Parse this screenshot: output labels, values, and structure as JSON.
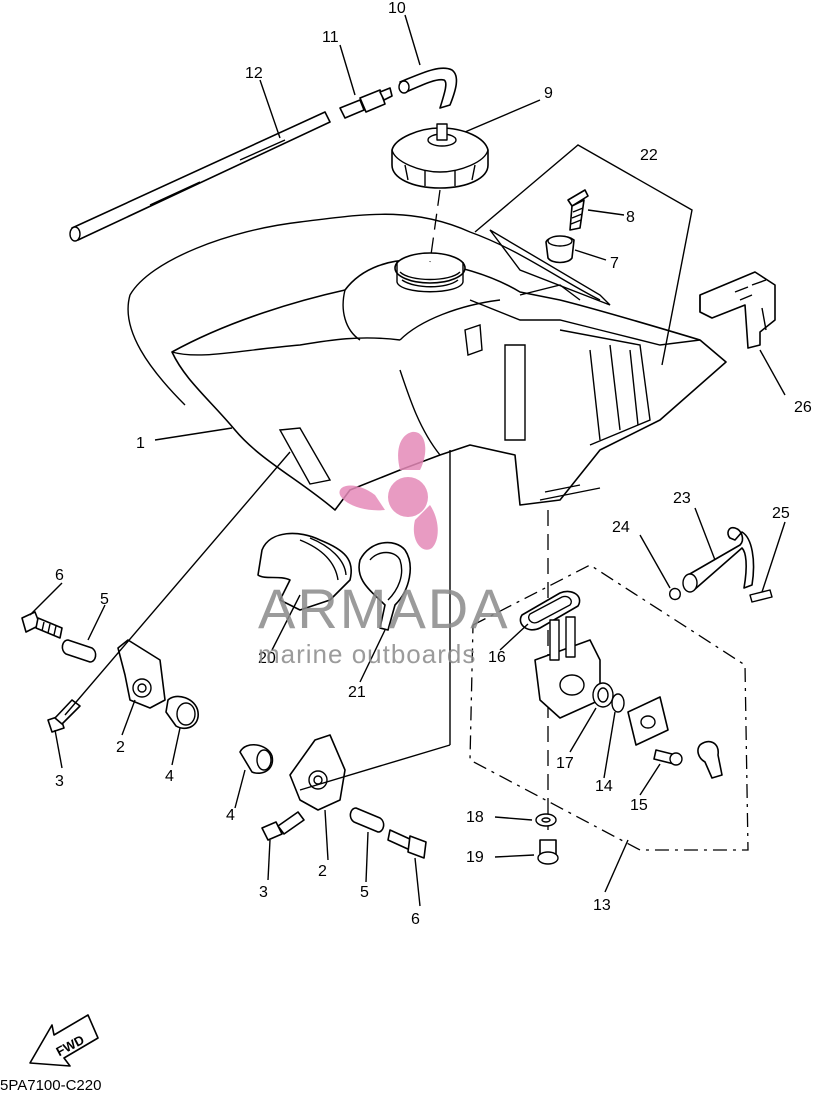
{
  "callouts": [
    {
      "id": "1",
      "label": "1"
    },
    {
      "id": "2a",
      "label": "2"
    },
    {
      "id": "2b",
      "label": "2"
    },
    {
      "id": "3a",
      "label": "3"
    },
    {
      "id": "3b",
      "label": "3"
    },
    {
      "id": "4a",
      "label": "4"
    },
    {
      "id": "4b",
      "label": "4"
    },
    {
      "id": "5a",
      "label": "5"
    },
    {
      "id": "5b",
      "label": "5"
    },
    {
      "id": "6a",
      "label": "6"
    },
    {
      "id": "6b",
      "label": "6"
    },
    {
      "id": "7",
      "label": "7"
    },
    {
      "id": "8",
      "label": "8"
    },
    {
      "id": "9",
      "label": "9"
    },
    {
      "id": "10",
      "label": "10"
    },
    {
      "id": "11",
      "label": "11"
    },
    {
      "id": "12",
      "label": "12"
    },
    {
      "id": "13",
      "label": "13"
    },
    {
      "id": "14",
      "label": "14"
    },
    {
      "id": "15",
      "label": "15"
    },
    {
      "id": "16",
      "label": "16"
    },
    {
      "id": "17",
      "label": "17"
    },
    {
      "id": "18",
      "label": "18"
    },
    {
      "id": "19",
      "label": "19"
    },
    {
      "id": "20",
      "label": "20"
    },
    {
      "id": "21",
      "label": "21"
    },
    {
      "id": "22",
      "label": "22"
    },
    {
      "id": "23",
      "label": "23"
    },
    {
      "id": "24",
      "label": "24"
    },
    {
      "id": "25",
      "label": "25"
    },
    {
      "id": "26",
      "label": "26"
    }
  ],
  "fwd_label": "FWD",
  "diagram_code": "5PA7100-C220",
  "watermark": {
    "brand": "ARMADA",
    "tagline": "marine outboards",
    "logo_color": "#e58ab8",
    "text_color": "#8a8a8a"
  }
}
